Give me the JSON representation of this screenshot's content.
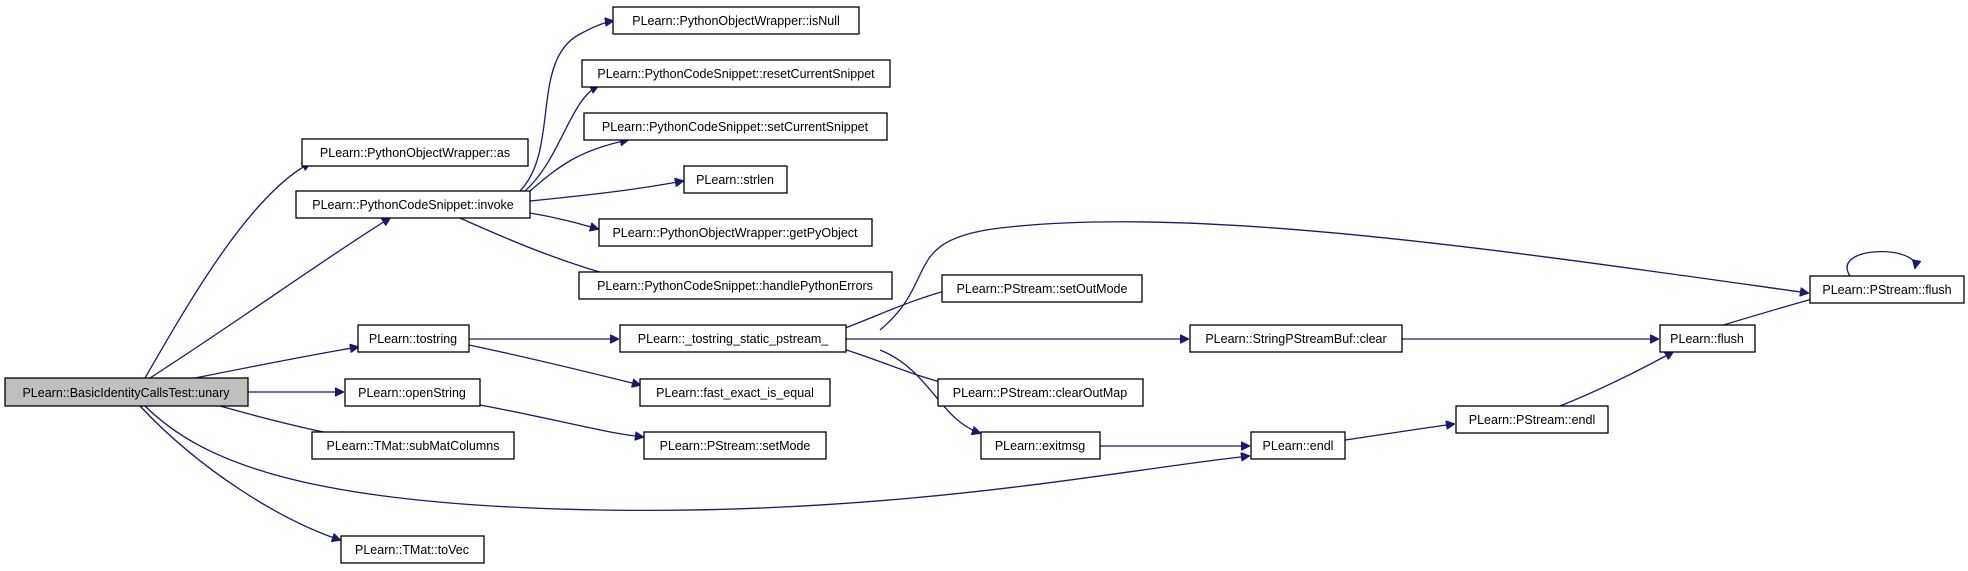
{
  "colors": {
    "edge": "#191970",
    "root_fill": "#bfbfbf",
    "node_fill": "#ffffff",
    "border": "#000000"
  },
  "nodes": {
    "root": "PLearn::BasicIdentityCallsTest::unary",
    "as": "PLearn::PythonObjectWrapper::as",
    "invoke": "PLearn::PythonCodeSnippet::invoke",
    "tostring": "PLearn::tostring",
    "openString": "PLearn::openString",
    "subMatColumns": "PLearn::TMat::subMatColumns",
    "toVec": "PLearn::TMat::toVec",
    "isNull": "PLearn::PythonObjectWrapper::isNull",
    "resetCurrentSnippet": "PLearn::PythonCodeSnippet::resetCurrentSnippet",
    "setCurrentSnippet": "PLearn::PythonCodeSnippet::setCurrentSnippet",
    "strlen": "PLearn::strlen",
    "getPyObject": "PLearn::PythonObjectWrapper::getPyObject",
    "handlePythonErrors": "PLearn::PythonCodeSnippet::handlePythonErrors",
    "tostring_static": "PLearn::_tostring_static_pstream_",
    "fast_exact": "PLearn::fast_exact_is_equal",
    "setMode": "PLearn::PStream::setMode",
    "setOutMode": "PLearn::PStream::setOutMode",
    "clearOutMap": "PLearn::PStream::clearOutMap",
    "exitmsg": "PLearn::exitmsg",
    "sbclear": "PLearn::StringPStreamBuf::clear",
    "endl": "PLearn::endl",
    "pendl": "PLearn::PStream::endl",
    "flush": "PLearn::flush",
    "pflush": "PLearn::PStream::flush"
  }
}
